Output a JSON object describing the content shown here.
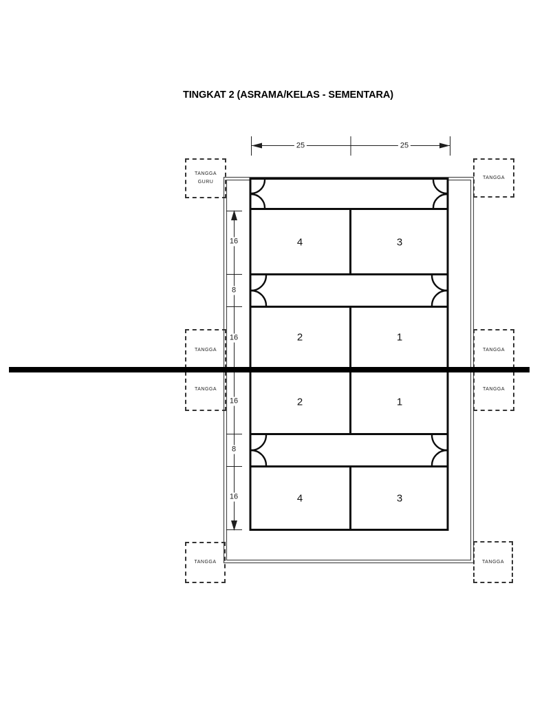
{
  "title": "TINGKAT 2 (ASRAMA/KELAS - SEMENTARA)",
  "dims": {
    "top": [
      "25",
      "25"
    ],
    "left": [
      "16",
      "8",
      "16",
      "16",
      "8",
      "16"
    ]
  },
  "rooms": [
    "4",
    "3",
    "2",
    "1",
    "2",
    "1",
    "4",
    "3"
  ],
  "stairs": {
    "top_left": {
      "line1": "TANGGA",
      "line2": "GURU"
    },
    "top_right": {
      "label": "TANGGA"
    },
    "mid_left": {
      "upper": "TANGGA",
      "lower": "TANGGA"
    },
    "mid_right": {
      "upper": "TANGGA",
      "lower": "TANGGA"
    },
    "bottom_left": {
      "label": "TANGGA"
    },
    "bottom_right": {
      "label": "TANGGA"
    }
  },
  "colors": {
    "wall_line": "#0d0d0d",
    "dimension_line": "#1f1f1f",
    "walkway_line": "#4a4a4a",
    "section_cut_line": "#000000",
    "background": "#ffffff"
  }
}
